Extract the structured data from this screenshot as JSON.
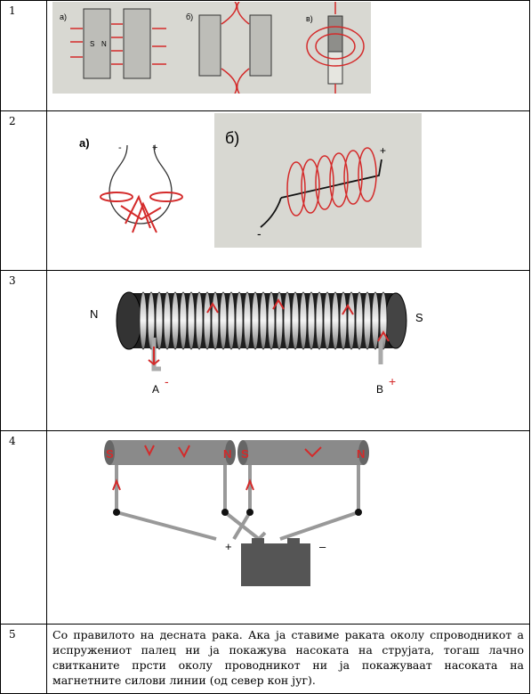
{
  "rows": [
    {
      "number": "1"
    },
    {
      "number": "2"
    },
    {
      "number": "3"
    },
    {
      "number": "4"
    },
    {
      "number": "5"
    }
  ],
  "row1": {
    "label_a": "а)",
    "label_b": "б)",
    "label_v": "в)",
    "magnet_s": "S",
    "magnet_n": "N"
  },
  "row2": {
    "label_a": "а)",
    "label_b": "б)",
    "minus": "-",
    "plus": "+"
  },
  "row3": {
    "pole_left": "N",
    "pole_right": "S",
    "terminal_a": "A",
    "terminal_b": "B",
    "sign_minus": "-",
    "sign_plus": "+"
  },
  "row4": {
    "coil1_left": "S",
    "coil1_right": "N",
    "coil2_left": "S",
    "coil2_right": "N",
    "battery_plus": "+",
    "battery_minus": "–"
  },
  "row5": {
    "answer": "Со правилото на десната рака. Ака ја ставиме раката околу спроводникот а испружениот палец ни ја покажува насоката на струјата, тогаш лачно свитканите прсти околу проводникот ни ја покажуваат насоката на магнетните силови линии (од север кон југ)."
  },
  "colors": {
    "ink_red": "#d42a2a",
    "magnet_gray": "#9a9a9a",
    "coil_dark": "#333333",
    "battery_gray": "#555555"
  }
}
